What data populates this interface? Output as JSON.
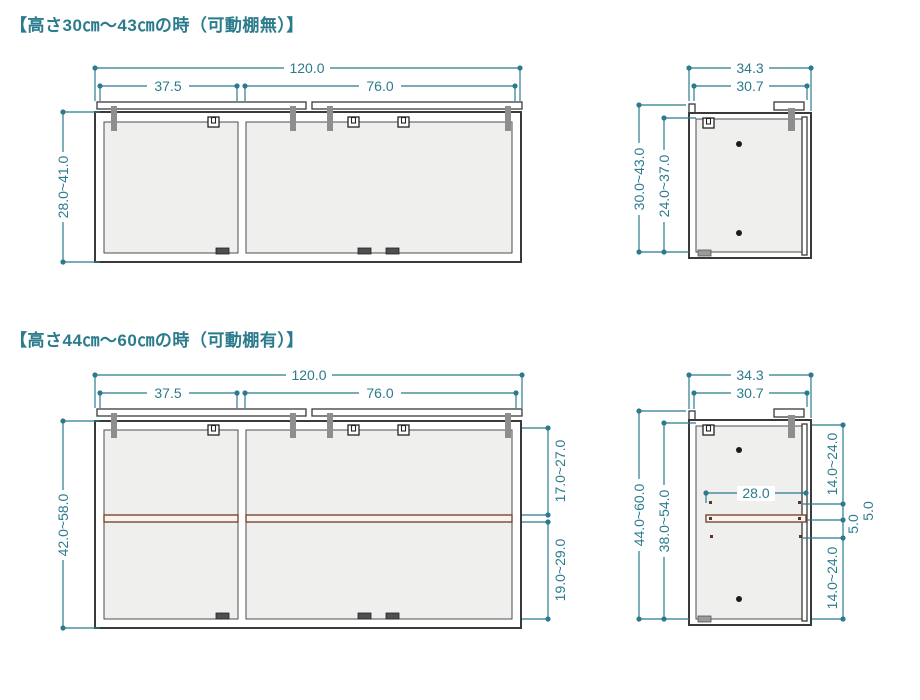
{
  "titles": {
    "section1": "【高さ30㎝〜43㎝の時（可動棚無）】",
    "section2": "【高さ44㎝〜60㎝の時（可動棚有）】"
  },
  "colors": {
    "accent_teal": "#2b7b8d",
    "outline_dark": "#3a3a3a",
    "panel_fill": "#efefee",
    "tab_gray": "#8e8e8e",
    "shelf_brown": "#7a4632"
  },
  "section1": {
    "front": {
      "w_total": "120.0",
      "w_left": "37.5",
      "w_right": "76.0",
      "h_left": "28.0~41.0"
    },
    "side": {
      "w_total": "34.3",
      "w_inner": "30.7",
      "h_outer": "30.0~43.0",
      "h_inner": "24.0~37.0"
    }
  },
  "section2": {
    "front": {
      "w_total": "120.0",
      "w_left": "37.5",
      "w_right": "76.0",
      "h_left": "42.0~58.0",
      "h_upper": "17.0~27.0",
      "h_lower": "19.0~29.0"
    },
    "side": {
      "w_total": "34.3",
      "w_inner": "30.7",
      "h_outer": "44.0~60.0",
      "h_inner": "38.0~54.0",
      "shelf_depth": "28.0",
      "pin_upper": "14.0~24.0",
      "gap_upper": "5.0",
      "gap_lower": "5.0",
      "pin_lower": "14.0~24.0"
    }
  }
}
